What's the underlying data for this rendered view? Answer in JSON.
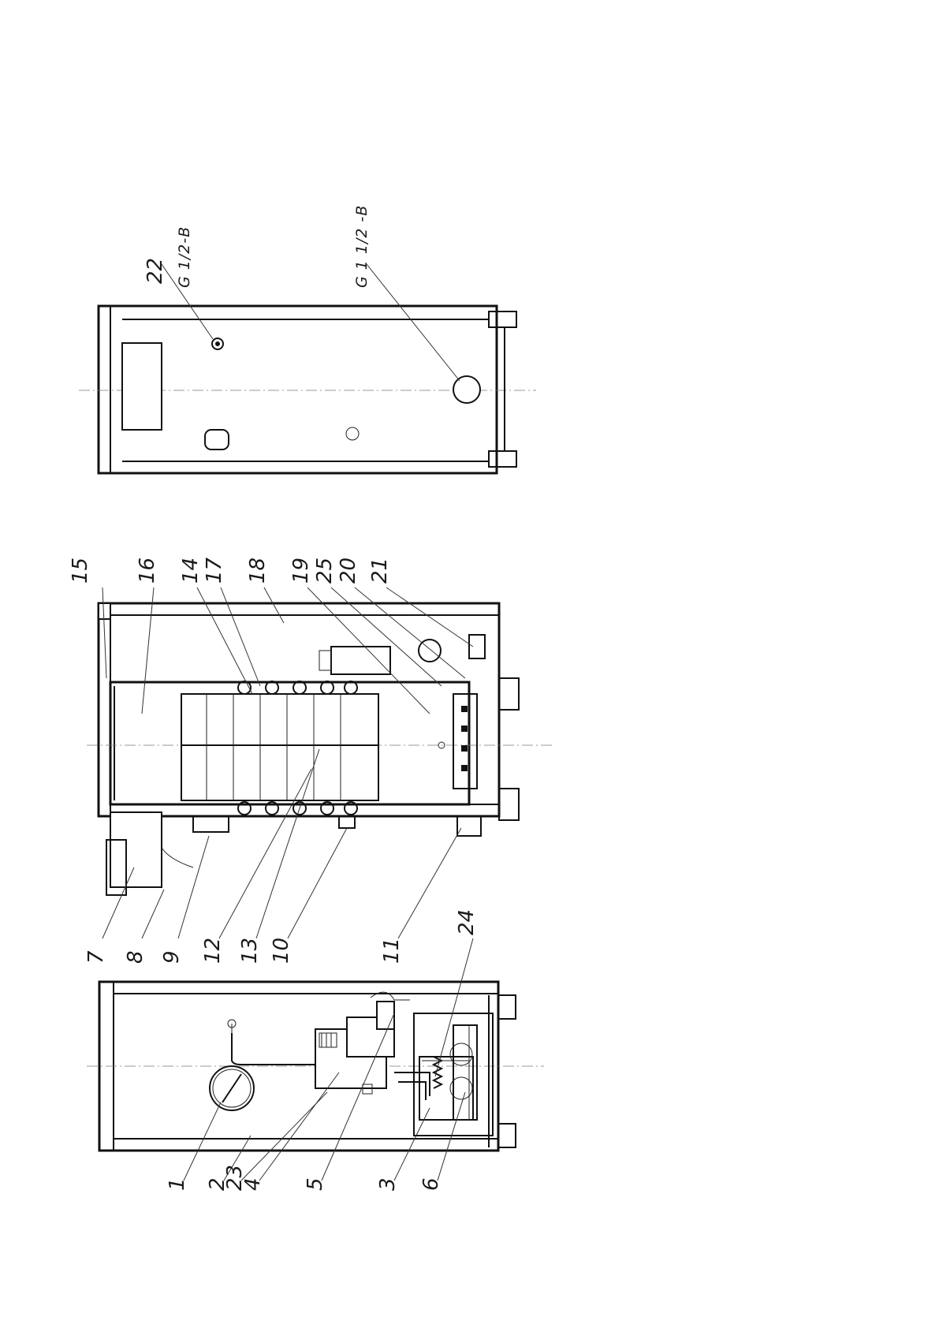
{
  "callouts": [
    "1",
    "2",
    "23",
    "4",
    "5",
    "3",
    "6",
    "7",
    "8",
    "9",
    "12",
    "13",
    "10",
    "11",
    "24",
    "15",
    "16",
    "14",
    "17",
    "18",
    "19",
    "25",
    "20",
    "21",
    "22"
  ],
  "thread_labels": {
    "small": "G 1/2-B",
    "large": "G 1 1/2 -B"
  }
}
